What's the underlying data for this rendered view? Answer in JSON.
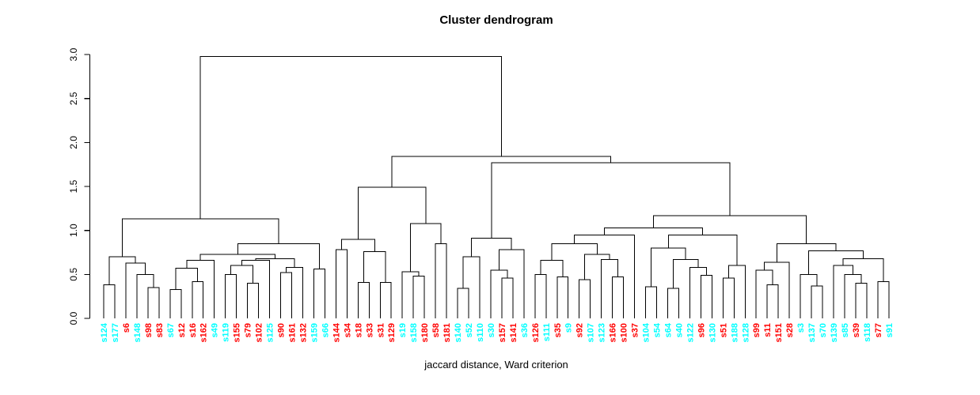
{
  "title": "Cluster dendrogram",
  "caption": "jaccard distance, Ward criterion",
  "colors": {
    "label_red": "#FF0000",
    "label_cyan": "#00FFFF",
    "line": "#000000",
    "background": "#FFFFFF"
  },
  "y_axis": {
    "ticks": [
      "0.0",
      "0.5",
      "1.0",
      "1.5",
      "2.0",
      "2.5",
      "3.0"
    ],
    "min": 0.0,
    "max": 3.0
  },
  "chart_data": {
    "type": "dendrogram",
    "title": "Cluster dendrogram",
    "xlabel": "jaccard distance, Ward criterion",
    "ylabel": "",
    "ylim": [
      0.0,
      3.0
    ],
    "grid": false,
    "leaves": [
      {
        "label": "s124",
        "color": "#00FFFF"
      },
      {
        "label": "s177",
        "color": "#00FFFF"
      },
      {
        "label": "s6",
        "color": "#FF0000"
      },
      {
        "label": "s148",
        "color": "#00FFFF"
      },
      {
        "label": "s98",
        "color": "#FF0000"
      },
      {
        "label": "s83",
        "color": "#FF0000"
      },
      {
        "label": "s67",
        "color": "#00FFFF"
      },
      {
        "label": "s12",
        "color": "#FF0000"
      },
      {
        "label": "s16",
        "color": "#FF0000"
      },
      {
        "label": "s162",
        "color": "#FF0000"
      },
      {
        "label": "s49",
        "color": "#00FFFF"
      },
      {
        "label": "s119",
        "color": "#00FFFF"
      },
      {
        "label": "s155",
        "color": "#FF0000"
      },
      {
        "label": "s79",
        "color": "#FF0000"
      },
      {
        "label": "s102",
        "color": "#FF0000"
      },
      {
        "label": "s125",
        "color": "#00FFFF"
      },
      {
        "label": "s90",
        "color": "#FF0000"
      },
      {
        "label": "s161",
        "color": "#FF0000"
      },
      {
        "label": "s132",
        "color": "#FF0000"
      },
      {
        "label": "s159",
        "color": "#00FFFF"
      },
      {
        "label": "s66",
        "color": "#00FFFF"
      },
      {
        "label": "s144",
        "color": "#FF0000"
      },
      {
        "label": "s34",
        "color": "#FF0000"
      },
      {
        "label": "s18",
        "color": "#FF0000"
      },
      {
        "label": "s33",
        "color": "#FF0000"
      },
      {
        "label": "s31",
        "color": "#FF0000"
      },
      {
        "label": "s129",
        "color": "#FF0000"
      },
      {
        "label": "s19",
        "color": "#00FFFF"
      },
      {
        "label": "s158",
        "color": "#00FFFF"
      },
      {
        "label": "s180",
        "color": "#FF0000"
      },
      {
        "label": "s58",
        "color": "#FF0000"
      },
      {
        "label": "s181",
        "color": "#FF0000"
      },
      {
        "label": "s140",
        "color": "#00FFFF"
      },
      {
        "label": "s52",
        "color": "#00FFFF"
      },
      {
        "label": "s110",
        "color": "#00FFFF"
      },
      {
        "label": "s30",
        "color": "#00FFFF"
      },
      {
        "label": "s157",
        "color": "#FF0000"
      },
      {
        "label": "s141",
        "color": "#FF0000"
      },
      {
        "label": "s36",
        "color": "#00FFFF"
      },
      {
        "label": "s126",
        "color": "#FF0000"
      },
      {
        "label": "s111",
        "color": "#00FFFF"
      },
      {
        "label": "s35",
        "color": "#FF0000"
      },
      {
        "label": "s9",
        "color": "#00FFFF"
      },
      {
        "label": "s92",
        "color": "#FF0000"
      },
      {
        "label": "s107",
        "color": "#00FFFF"
      },
      {
        "label": "s123",
        "color": "#00FFFF"
      },
      {
        "label": "s166",
        "color": "#FF0000"
      },
      {
        "label": "s100",
        "color": "#FF0000"
      },
      {
        "label": "s37",
        "color": "#FF0000"
      },
      {
        "label": "s104",
        "color": "#00FFFF"
      },
      {
        "label": "s54",
        "color": "#00FFFF"
      },
      {
        "label": "s64",
        "color": "#00FFFF"
      },
      {
        "label": "s40",
        "color": "#00FFFF"
      },
      {
        "label": "s122",
        "color": "#00FFFF"
      },
      {
        "label": "s96",
        "color": "#FF0000"
      },
      {
        "label": "s130",
        "color": "#00FFFF"
      },
      {
        "label": "s51",
        "color": "#FF0000"
      },
      {
        "label": "s188",
        "color": "#00FFFF"
      },
      {
        "label": "s128",
        "color": "#00FFFF"
      },
      {
        "label": "s99",
        "color": "#FF0000"
      },
      {
        "label": "s11",
        "color": "#FF0000"
      },
      {
        "label": "s151",
        "color": "#FF0000"
      },
      {
        "label": "s28",
        "color": "#FF0000"
      },
      {
        "label": "s3",
        "color": "#00FFFF"
      },
      {
        "label": "s137",
        "color": "#00FFFF"
      },
      {
        "label": "s70",
        "color": "#00FFFF"
      },
      {
        "label": "s139",
        "color": "#00FFFF"
      },
      {
        "label": "s85",
        "color": "#00FFFF"
      },
      {
        "label": "s39",
        "color": "#FF0000"
      },
      {
        "label": "s118",
        "color": "#00FFFF"
      },
      {
        "label": "s77",
        "color": "#FF0000"
      },
      {
        "label": "s91",
        "color": "#00FFFF"
      }
    ],
    "merge_format": "[a, b, height] ; negative = leaf (1-based into leaves[]), positive = earlier merge (1-based)",
    "merges": [
      [
        -1,
        -2,
        0.38
      ],
      [
        -5,
        -6,
        0.35
      ],
      [
        -4,
        2,
        0.5
      ],
      [
        -3,
        3,
        0.63
      ],
      [
        1,
        4,
        0.7
      ],
      [
        -7,
        -8,
        0.33
      ],
      [
        -9,
        -10,
        0.42
      ],
      [
        6,
        7,
        0.57
      ],
      [
        8,
        -11,
        0.66
      ],
      [
        -12,
        -13,
        0.5
      ],
      [
        -14,
        -15,
        0.4
      ],
      [
        10,
        11,
        0.6
      ],
      [
        12,
        -16,
        0.66
      ],
      [
        -17,
        -18,
        0.52
      ],
      [
        14,
        -19,
        0.58
      ],
      [
        13,
        15,
        0.68
      ],
      [
        9,
        16,
        0.73
      ],
      [
        -20,
        -21,
        0.56
      ],
      [
        17,
        18,
        0.85
      ],
      [
        5,
        19,
        1.13
      ],
      [
        -24,
        -25,
        0.41
      ],
      [
        -26,
        -27,
        0.41
      ],
      [
        21,
        22,
        0.76
      ],
      [
        -22,
        -23,
        0.78
      ],
      [
        24,
        23,
        0.9
      ],
      [
        -29,
        -30,
        0.48
      ],
      [
        -28,
        26,
        0.53
      ],
      [
        -31,
        -32,
        0.85
      ],
      [
        27,
        28,
        1.08
      ],
      [
        25,
        29,
        1.49
      ],
      [
        -33,
        -34,
        0.34
      ],
      [
        31,
        -35,
        0.7
      ],
      [
        -37,
        -38,
        0.46
      ],
      [
        -36,
        33,
        0.55
      ],
      [
        34,
        -39,
        0.78
      ],
      [
        32,
        35,
        0.91
      ],
      [
        -40,
        -41,
        0.5
      ],
      [
        -42,
        -43,
        0.47
      ],
      [
        37,
        38,
        0.66
      ],
      [
        -44,
        -45,
        0.44
      ],
      [
        -47,
        -48,
        0.47
      ],
      [
        -46,
        41,
        0.67
      ],
      [
        40,
        42,
        0.73
      ],
      [
        39,
        43,
        0.85
      ],
      [
        44,
        -49,
        0.95
      ],
      [
        -50,
        -51,
        0.36
      ],
      [
        -52,
        -53,
        0.34
      ],
      [
        -55,
        -56,
        0.49
      ],
      [
        -54,
        48,
        0.58
      ],
      [
        47,
        49,
        0.67
      ],
      [
        46,
        50,
        0.8
      ],
      [
        -57,
        -58,
        0.46
      ],
      [
        52,
        -59,
        0.6
      ],
      [
        51,
        53,
        0.95
      ],
      [
        45,
        54,
        1.03
      ],
      [
        -61,
        -62,
        0.38
      ],
      [
        -60,
        56,
        0.55
      ],
      [
        57,
        -63,
        0.64
      ],
      [
        -65,
        -66,
        0.37
      ],
      [
        -64,
        59,
        0.5
      ],
      [
        -69,
        -70,
        0.4
      ],
      [
        -68,
        61,
        0.5
      ],
      [
        -67,
        62,
        0.6
      ],
      [
        -71,
        -72,
        0.42
      ],
      [
        63,
        64,
        0.68
      ],
      [
        60,
        65,
        0.77
      ],
      [
        58,
        66,
        0.85
      ],
      [
        55,
        67,
        1.17
      ],
      [
        36,
        68,
        1.77
      ],
      [
        30,
        69,
        1.84
      ],
      [
        20,
        70,
        2.98
      ]
    ],
    "legend": null
  }
}
